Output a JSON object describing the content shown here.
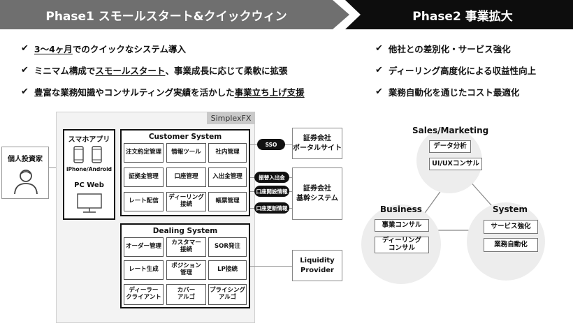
{
  "header": {
    "phase1": "Phase1 スモールスタート&クイックウィン",
    "phase2": "Phase2 事業拡大"
  },
  "phase1_points": {
    "p1": {
      "check": "✔",
      "underlined": "3～4ヶ月",
      "rest": "でのクイックなシステム導入"
    },
    "p2": {
      "check": "✔",
      "pre": "ミニマム構成で",
      "underlined": "スモールスタート",
      "rest": "、事業成長に応じて柔軟に拡張"
    },
    "p3": {
      "check": "✔",
      "pre": "豊富な業務知識やコンサルティング実績を活かした",
      "underlined": "事業立ち上げ支援"
    }
  },
  "phase2_points": {
    "p1": {
      "check": "✔",
      "text": "他社との差別化・サービス強化"
    },
    "p2": {
      "check": "✔",
      "text": "ディーリング高度化による収益性向上"
    },
    "p3": {
      "check": "✔",
      "text": "業務自動化を通じたコスト最適化"
    }
  },
  "investor": {
    "label": "個人投資家",
    "icon": "person-icon"
  },
  "simplex": {
    "label": "SimplexFX"
  },
  "apps": {
    "title": "スマホアプリ",
    "platforms": "iPhone/Android",
    "web": "PC Web",
    "phone_icon": "smartphone-icon",
    "pc_icon": "monitor-icon"
  },
  "customer_system": {
    "title": "Customer System",
    "cells": {
      "c1": "注文約定管理",
      "c2": "情報ツール",
      "c3": "社内管理",
      "c4": "証拠金管理",
      "c5": "口座管理",
      "c6": "入出金管理",
      "c7": "レート配信",
      "c8": "ディーリング\n接続",
      "c9": "帳票管理"
    }
  },
  "dealing_system": {
    "title": "Dealing System",
    "cells": {
      "d1": "オーダー管理",
      "d2": "カスタマー\n接続",
      "d3": "SOR発注",
      "d4": "レート生成",
      "d5": "ポジション\n管理",
      "d6": "LP接続",
      "d7": "ディーラー\nクライアント",
      "d8": "カバー\nアルゴ",
      "d9": "プライシング\nアルゴ"
    }
  },
  "connectors": {
    "sso": "SSO",
    "transfer": "振替入出金",
    "account_open": "口座開設情報",
    "account_update": "口座更新情報"
  },
  "external": {
    "portal": "証券会社\nポータルサイト",
    "core": "証券会社\n基幹システム",
    "lp": "Liquidity\nProvider"
  },
  "circles": {
    "sales": {
      "title": "Sales/Marketing",
      "items": {
        "a": "データ分析",
        "b": "UI/UXコンサル"
      }
    },
    "business": {
      "title": "Business",
      "items": {
        "a": "事業コンサル",
        "b": "ディーリング\nコンサル"
      }
    },
    "system": {
      "title": "System",
      "items": {
        "a": "サービス強化",
        "b": "業務自動化"
      }
    }
  }
}
